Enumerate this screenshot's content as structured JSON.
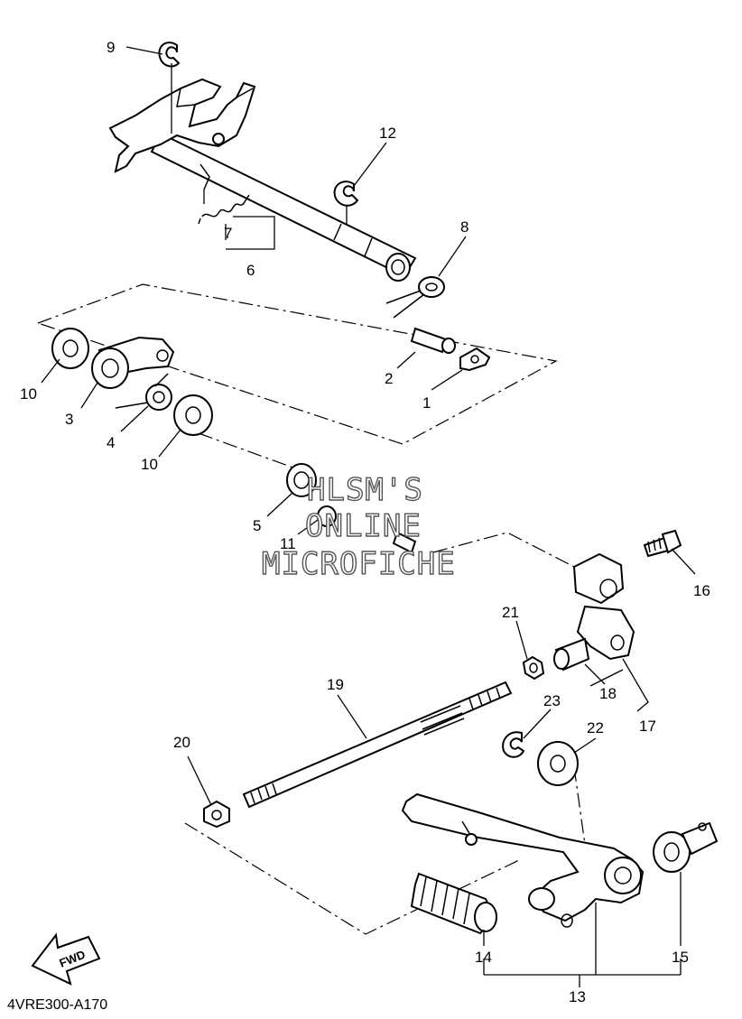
{
  "diagram_code": "4VRE300-A170",
  "watermark": {
    "line1": "HLSM'S",
    "line2": "ONLINE",
    "line3": "MICROFICHE"
  },
  "direction_label": "FWD",
  "callouts": {
    "c1": "1",
    "c2": "2",
    "c3": "3",
    "c4": "4",
    "c5": "5",
    "c6": "6",
    "c7": "7",
    "c8": "8",
    "c9": "9",
    "c10a": "10",
    "c10b": "10",
    "c11": "11",
    "c12": "12",
    "c13": "13",
    "c14": "14",
    "c15": "15",
    "c16": "16",
    "c17": "17",
    "c18": "18",
    "c19": "19",
    "c20": "20",
    "c21": "21",
    "c22": "22",
    "c23": "23"
  }
}
